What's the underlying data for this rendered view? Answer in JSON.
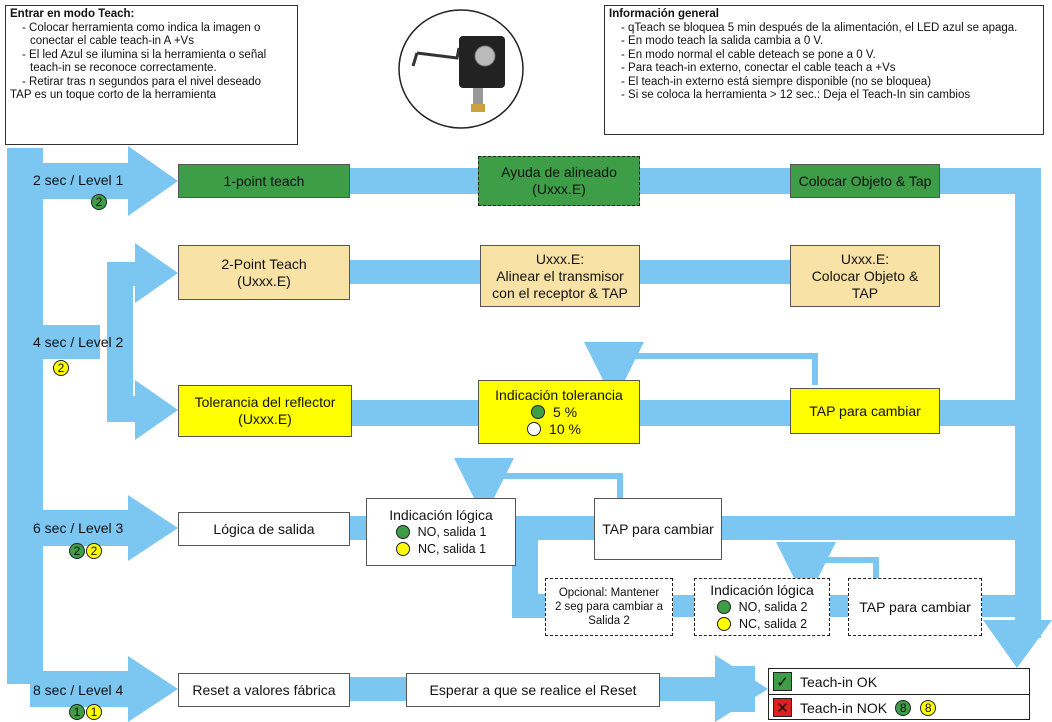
{
  "enter_box": {
    "title": "Entrar en modo Teach:",
    "lines": [
      "- Colocar herramienta como indica la imagen o conectar el cable teach-in A +Vs",
      "- El led Azul se ilumina si la herramienta o señal teach-in se reconoce correctamente.",
      "- Retirar tras n segundos para el nivel deseado"
    ],
    "tap_note": "TAP es un toque corto de la herramienta"
  },
  "general_info": {
    "title": "Información general",
    "lines": [
      "- qTeach se bloquea 5 min después de la alimentación, el LED azul se apaga.",
      "- En modo teach la salida cambia a 0 V.",
      "- En modo normal el cable deteach se pone a 0 V.",
      "- Para teach-in externo, conectar el cable teach a +Vs",
      "- El teach-in externo está siempre disponible (no se bloquea)",
      "- Si se coloca la herramienta > 12 sec.: Deja el Teach-In sin cambios"
    ]
  },
  "levels": [
    {
      "label": "2 sec / Level 1",
      "badges": [
        {
          "text": "2",
          "color": "green"
        }
      ]
    },
    {
      "label": "4 sec / Level 2",
      "badges": [
        {
          "text": "2",
          "color": "yellow"
        }
      ]
    },
    {
      "label": "6 sec / Level 3",
      "badges": [
        {
          "text": "2",
          "color": "green"
        },
        {
          "text": "2",
          "color": "yellow"
        }
      ]
    },
    {
      "label": "8 sec / Level 4",
      "badges": [
        {
          "text": "1",
          "color": "green"
        },
        {
          "text": "1",
          "color": "yellow"
        }
      ]
    }
  ],
  "boxes": {
    "one_point": "1-point teach",
    "alignment_help": [
      "Ayuda de alineado",
      "(Uxxx.E)"
    ],
    "place_object_tap": "Colocar Objeto & Tap",
    "two_point": [
      "2-Point Teach",
      "(Uxxx.E)"
    ],
    "align_transmitter": [
      "Uxxx.E:",
      "Alinear el transmisor",
      "con el receptor & TAP"
    ],
    "place_object_tap_2": [
      "Uxxx.E:",
      "Colocar Objeto &",
      "TAP"
    ],
    "reflector_tolerance": [
      "Tolerancia del reflector",
      "(Uxxx.E)"
    ],
    "tolerance_indication": {
      "title": "Indicación tolerancia",
      "green_label": "5 %",
      "yellow_label": "10 %"
    },
    "tap_change_1": "TAP para cambiar",
    "output_logic": "Lógica de salida",
    "logic_indication_1": {
      "title": "Indicación lógica",
      "green_label": "NO, salida 1",
      "yellow_label": "NC, salida 1"
    },
    "tap_change_2": "TAP para cambiar",
    "optional_hold": [
      "Opcional: Mantener",
      "2 seg para cambiar a",
      "Salida 2"
    ],
    "logic_indication_2": {
      "title": "Indicación lógica",
      "green_label": "NO, salida 2",
      "yellow_label": "NC, salida 2"
    },
    "tap_change_3": "TAP para cambiar",
    "factory_reset": "Reset a valores fábrica",
    "wait_reset": "Esperar a que se realice el Reset"
  },
  "legend": {
    "ok_label": "Teach-in OK",
    "ok_icon": "check-icon",
    "nok_label": "Teach-in NOK",
    "nok_icon": "cross-icon",
    "nok_badges": [
      {
        "text": "8",
        "color": "green"
      },
      {
        "text": "8",
        "color": "yellow"
      }
    ]
  },
  "colors": {
    "arrow": "#7cc6f2",
    "green": "#3e9e47",
    "beige": "#f9e2a6",
    "yellow": "#ffff00"
  }
}
